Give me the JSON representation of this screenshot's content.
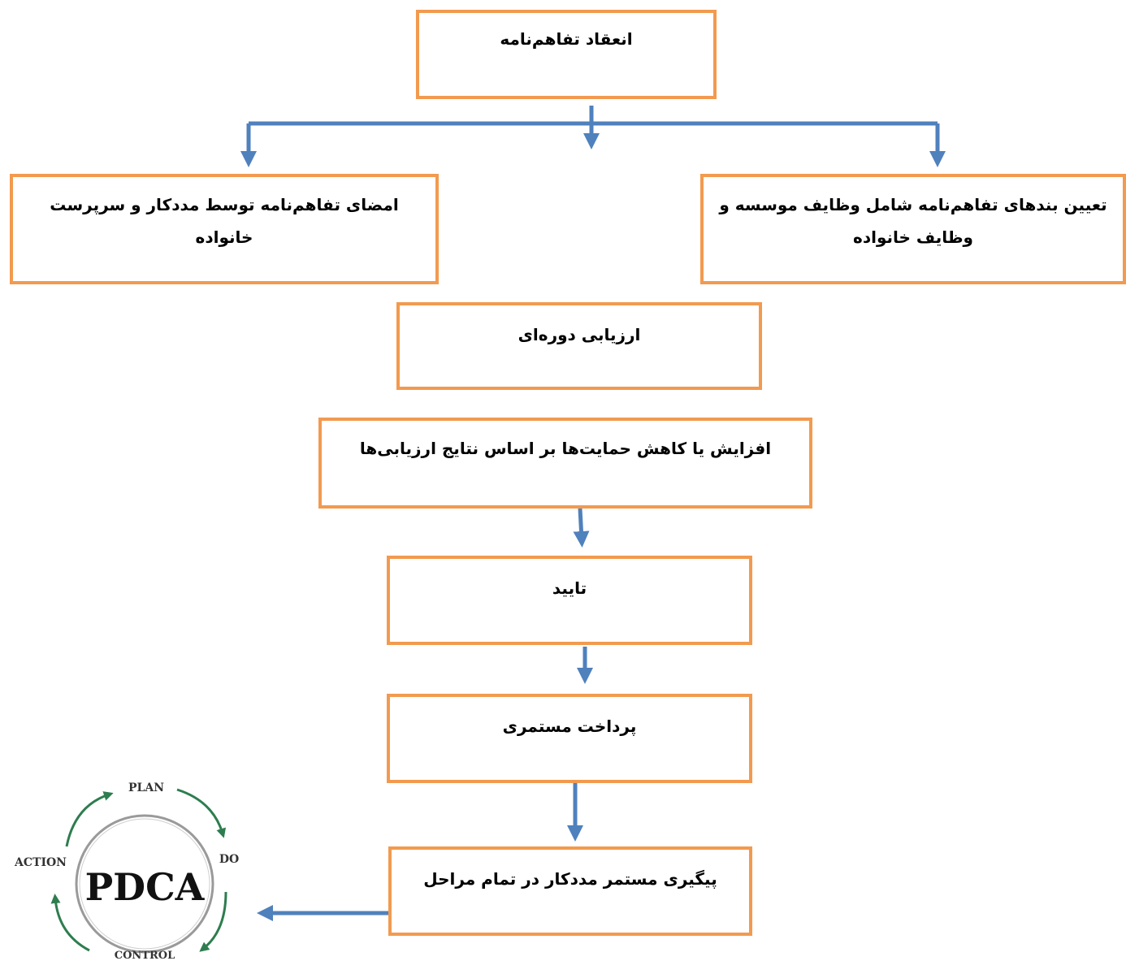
{
  "colors": {
    "box_border": "#f29a4f",
    "arrow": "#4f81bd",
    "cycle_arrow": "#2e7d4f",
    "cycle_circle": "#9a9a9a"
  },
  "boxes": {
    "agreement": "انعقاد تفاهم‌نامه",
    "signing": "امضای تفاهم‌نامه توسط مددکار و سرپرست خانواده",
    "clauses": "تعیین بندهای تفاهم‌نامه شامل وظایف موسسه و وظایف خانواده",
    "evaluation": "ارزیابی دوره‌ای",
    "adjust": "افزایش یا کاهش حمایت‌ها بر اساس نتایج ارزیابی‌ها",
    "approval": "تایید",
    "payment": "پرداخت مستمری",
    "followup": "پیگیری مستمر مددکار در تمام مراحل"
  },
  "pdca": {
    "center": "PDCA",
    "plan": "PLAN",
    "do": "DO",
    "control": "CONTROL",
    "action": "ACTION"
  }
}
